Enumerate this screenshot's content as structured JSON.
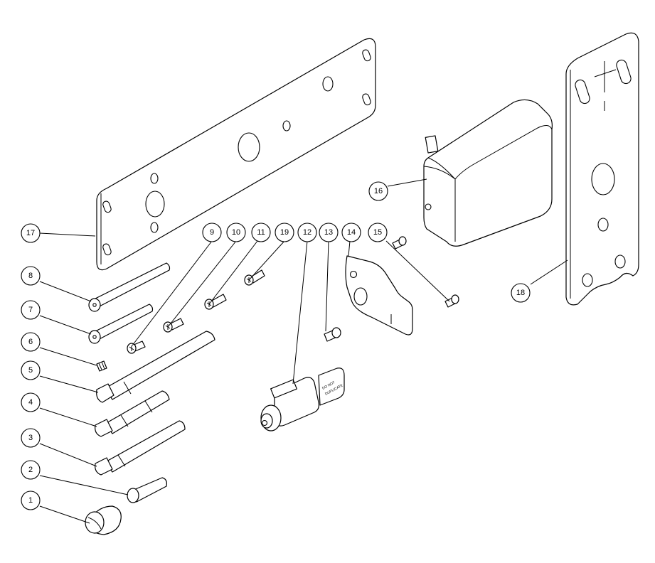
{
  "callouts": [
    {
      "label": "1"
    },
    {
      "label": "2"
    },
    {
      "label": "3"
    },
    {
      "label": "4"
    },
    {
      "label": "5"
    },
    {
      "label": "6"
    },
    {
      "label": "7"
    },
    {
      "label": "8"
    },
    {
      "label": "9"
    },
    {
      "label": "10"
    },
    {
      "label": "11"
    },
    {
      "label": "12"
    },
    {
      "label": "13"
    },
    {
      "label": "14"
    },
    {
      "label": "15"
    },
    {
      "label": "16"
    },
    {
      "label": "17"
    },
    {
      "label": "18"
    },
    {
      "label": "19"
    }
  ],
  "key_marking": [
    "DO NOT",
    "DUPLICATE"
  ]
}
